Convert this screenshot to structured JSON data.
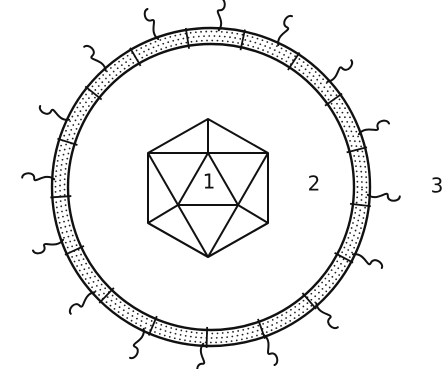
{
  "diagram": {
    "labels": {
      "capsid": "1",
      "envelope": "2",
      "spike": "3"
    }
  }
}
